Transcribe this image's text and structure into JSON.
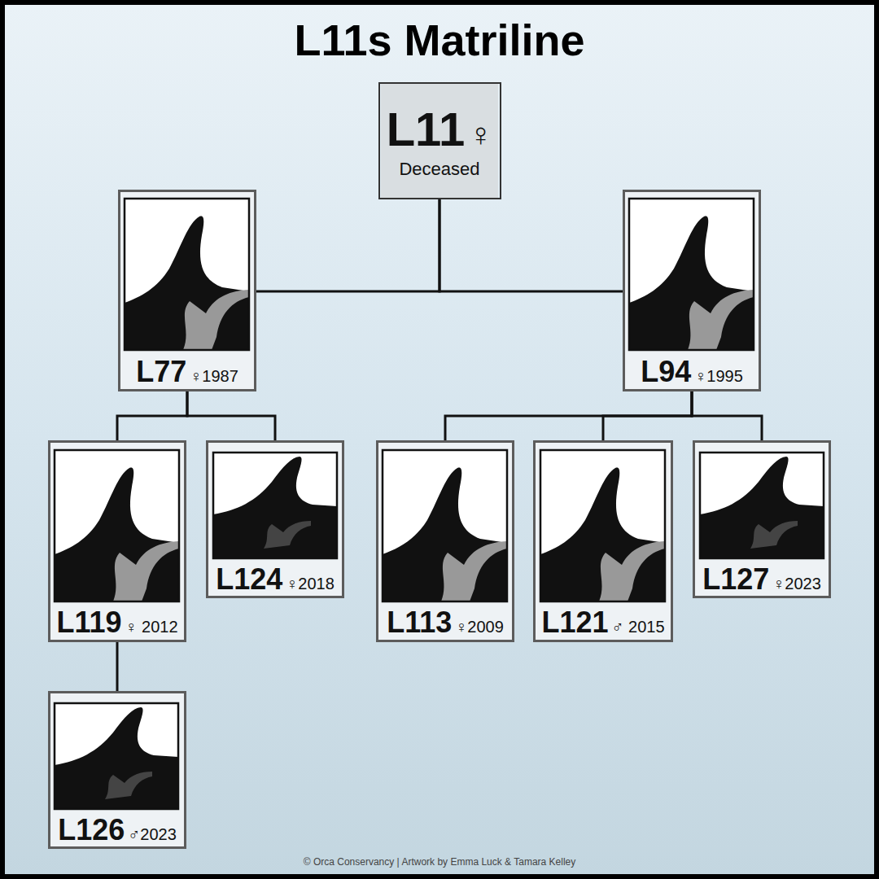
{
  "diagram": {
    "title": "L11s Matriline",
    "caption": "© Orca Conservancy | Artwork by Emma Luck & Tamara Kelley",
    "nodes": [
      {
        "text": [
          "L11",
          "♀",
          "Deceased"
        ]
      },
      {
        "text": [
          "L77",
          "♀1987"
        ]
      },
      {
        "text": [
          "L94",
          "♀1995"
        ]
      },
      {
        "text": [
          "L119",
          "♀ 2012"
        ]
      },
      {
        "text": [
          "L124",
          "♀2018"
        ]
      },
      {
        "text": [
          "L113",
          "♀2009"
        ]
      },
      {
        "text": [
          "L121",
          "♂ 2015"
        ]
      },
      {
        "text": [
          "L127",
          "♀2023"
        ]
      },
      {
        "text": [
          "L126",
          "♂2023"
        ]
      }
    ],
    "edges": [
      {
        "from": 0,
        "to": 1,
        "arrow": "none"
      },
      {
        "from": 0,
        "to": 2,
        "arrow": "none"
      },
      {
        "from": 1,
        "to": 3,
        "arrow": "none"
      },
      {
        "from": 1,
        "to": 4,
        "arrow": "none"
      },
      {
        "from": 2,
        "to": 5,
        "arrow": "none"
      },
      {
        "from": 2,
        "to": 6,
        "arrow": "none"
      },
      {
        "from": 2,
        "to": 7,
        "arrow": "none"
      },
      {
        "from": 3,
        "to": 8,
        "arrow": "none"
      }
    ]
  }
}
